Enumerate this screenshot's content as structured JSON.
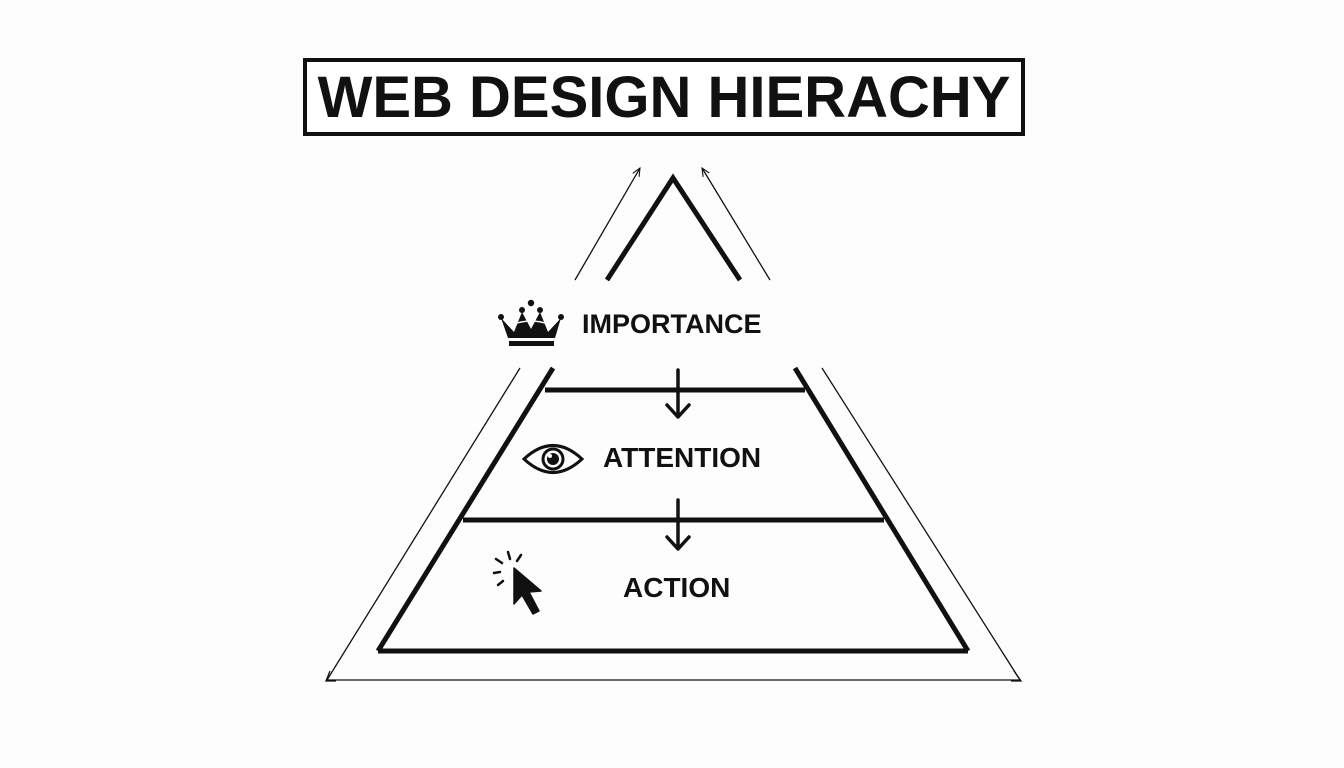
{
  "title": "WEB DESIGN HIERACHY",
  "levels": [
    {
      "label": "IMPORTANCE",
      "icon": "crown-icon"
    },
    {
      "label": "ATTENTION",
      "icon": "eye-icon"
    },
    {
      "label": "ACTION",
      "icon": "cursor-click-icon"
    }
  ],
  "colors": {
    "ink": "#111111",
    "background": "#fdfdfd"
  }
}
